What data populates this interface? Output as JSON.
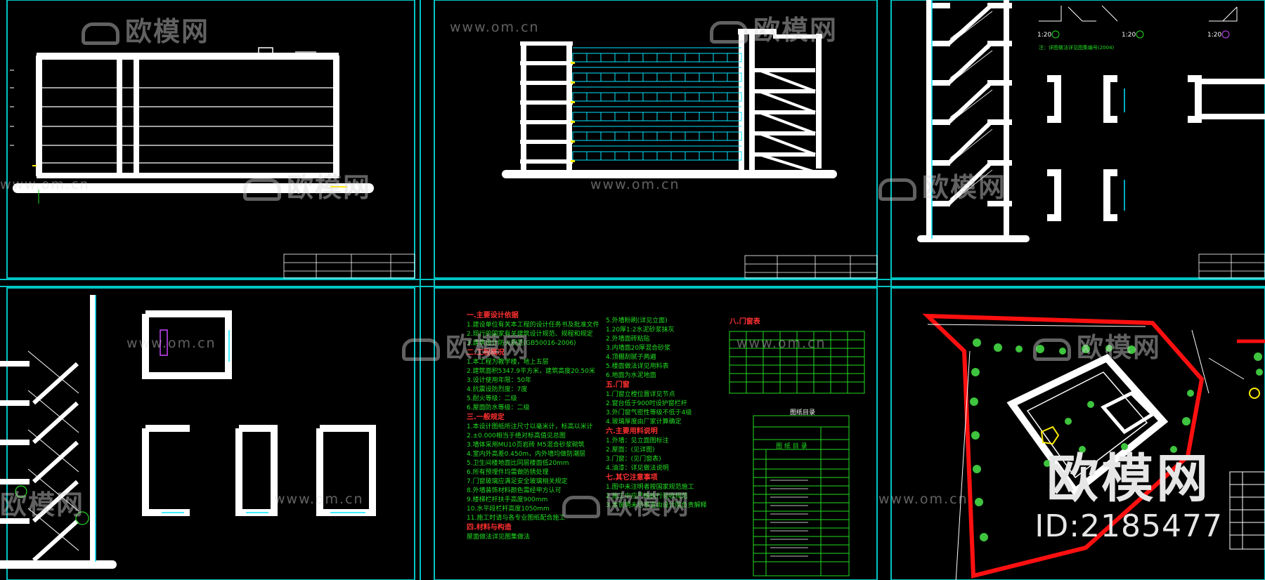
{
  "watermark": {
    "brand": "欧模网",
    "url": "www.om.cn",
    "id_label": "ID:2185477"
  },
  "panels": {
    "p3": {
      "scale_labels": [
        "1:20",
        "1:20",
        "1:20"
      ],
      "note": "注：详图做法详见图集编号(2004)"
    },
    "p5": {
      "notes_col1": [
        {
          "h": "一.主要设计依据",
          "lines": [
            "1.建设单位有关本工程的设计任务书及批准文件",
            "2.现行的国家有关建筑设计规范、规程和规定",
            "3.建筑设计防火规范(GB50016-2006)"
          ]
        },
        {
          "h": "二.工程概况",
          "lines": [
            "1.本工程为教学楼，地上五层",
            "2.建筑面积5347.9平方米，建筑高度20.50米",
            "3.设计使用年限：50年",
            "4.抗震设防烈度：7度",
            "5.耐火等级：二级",
            "6.屋面防水等级：二级"
          ]
        },
        {
          "h": "三.一般规定",
          "lines": [
            "1.本设计图纸所注尺寸以毫米计，标高以米计",
            "2.±0.000相当于绝对标高值见总图",
            "3.墙体采用MU10页岩砖 M5混合砂浆砌筑",
            "4.室内外高差0.450m，内外墙均做防潮层",
            "5.卫生间楼地面比同层楼面低20mm",
            "6.所有预埋件均需做防锈处理",
            "7.门窗玻璃应满足安全玻璃相关规定",
            "8.外墙装饰材料颜色需经甲方认可",
            "9.楼梯栏杆扶手高度900mm",
            "10.水平段栏杆高度1050mm",
            "11.施工时请与各专业图纸配合施工"
          ]
        },
        {
          "h": "四.材料与构造",
          "lines": [
            "屋面做法详见图集做法"
          ]
        }
      ],
      "notes_col2": [
        {
          "h": "",
          "lines": [
            "5.外墙粉刷(详见立面)",
            "1.20厚1:2水泥砂浆抹灰",
            "2.外墙面砖粘贴",
            "3.内墙面20厚混合砂浆",
            "4.顶棚刮腻子两遍",
            "5.楼面做法详见用料表",
            "6.地面为水泥地面"
          ]
        },
        {
          "h": "五.门窗",
          "lines": [
            "1.门窗立樘位置详见节点",
            "2.窗台低于900时设护窗栏杆",
            "3.外门窗气密性等级不低于4级",
            "4.玻璃厚度由厂家计算确定"
          ]
        },
        {
          "h": "六.主要用料说明",
          "lines": [
            "1.外墙：见立面图标注",
            "2.屋面：(见详图)",
            "3.门窗：(见门窗表)",
            "4.油漆：详见做法说明"
          ]
        },
        {
          "h": "七.其它注意事项",
          "lines": [
            "1.图中未注明者按国家规范施工",
            "2.施工中应严格执行验收规范",
            "3.本说明未尽事宜由设计院负责解释"
          ]
        }
      ],
      "door_table_title": "八.门窗表",
      "drawing_index_title": "图纸目录",
      "index_heading": "图 纸 目 录"
    }
  },
  "colors": {
    "background": "#000000",
    "frame": "#00d0d0",
    "geometry": "#ffffff",
    "glazing": "#00e5ff",
    "text_green": "#22dd22",
    "site_red": "#ff1010",
    "trees": "#3ec43e"
  }
}
